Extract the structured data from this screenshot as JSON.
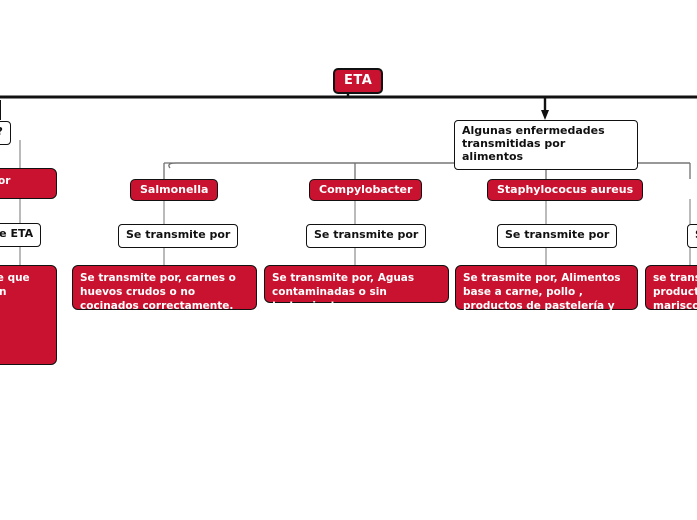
{
  "diagram": {
    "type": "mind-map",
    "title": "ETA",
    "accent_color": "#c8122f",
    "line_color": "#111111",
    "background": "#ffffff",
    "root": {
      "label": "ETA"
    },
    "center_branch": {
      "label": "Algunas enfermedades transmitidas por alimentos"
    },
    "left_branch": {
      "question": "A?",
      "causes_partial": "das por",
      "symptoms_partial": "e de ETA",
      "detail_partial": "nte de que\nsentan\nante\nde un\nálisis\nn al\nde la"
    },
    "branches": [
      {
        "name": "Salmonella",
        "connector_label": "Se transmite por",
        "detail": "Se transmite por, carnes  o huevos crudos o no cocinados correctamente."
      },
      {
        "name": "Compylobacter",
        "connector_label": "Se transmite por",
        "detail": "Se transmite por, Aguas contaminadas o sin tratamiento"
      },
      {
        "name": "Staphylococus aureus",
        "connector_label": "Se transmite por",
        "detail": "Se trasmite por, Alimentos base a carne, pollo , productos de pastelería y rellenos de crema."
      },
      {
        "name": "",
        "connector_label": "S",
        "detail": "se transm productos mariscos"
      }
    ]
  }
}
